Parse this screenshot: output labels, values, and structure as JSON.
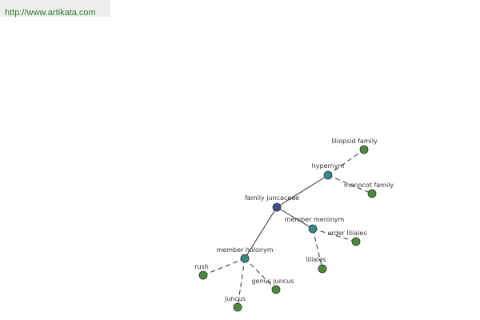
{
  "header": {
    "url": "http://www.artikata.com",
    "url_color": "#2e7d32"
  },
  "colors": {
    "root_node": "#3b4f8f",
    "relation_node": "#3a8a8a",
    "leaf_node": "#4a8a3a",
    "edge": "#333333",
    "node_stroke": "#333333"
  },
  "graph": {
    "nodes": [
      {
        "id": "root",
        "label": "family juncaceae",
        "kind": "root"
      },
      {
        "id": "hypernym",
        "label": "hypernym",
        "kind": "relation"
      },
      {
        "id": "meronym",
        "label": "member meronym",
        "kind": "relation"
      },
      {
        "id": "holonym",
        "label": "member holonym",
        "kind": "relation"
      },
      {
        "id": "liliopsid",
        "label": "liliopsid family",
        "kind": "leaf"
      },
      {
        "id": "monocot",
        "label": "monocot family",
        "kind": "leaf"
      },
      {
        "id": "order_liliales",
        "label": "order liliales",
        "kind": "leaf"
      },
      {
        "id": "liliales",
        "label": "liliales",
        "kind": "leaf"
      },
      {
        "id": "rush",
        "label": "rush",
        "kind": "leaf"
      },
      {
        "id": "genus_juncus",
        "label": "genus juncus",
        "kind": "leaf"
      },
      {
        "id": "juncus",
        "label": "juncus",
        "kind": "leaf"
      }
    ],
    "edges": [
      {
        "from": "root",
        "to": "hypernym",
        "style": "solid"
      },
      {
        "from": "root",
        "to": "meronym",
        "style": "solid"
      },
      {
        "from": "root",
        "to": "holonym",
        "style": "solid"
      },
      {
        "from": "hypernym",
        "to": "liliopsid",
        "style": "dashed"
      },
      {
        "from": "hypernym",
        "to": "monocot",
        "style": "dashed"
      },
      {
        "from": "meronym",
        "to": "order_liliales",
        "style": "dashed"
      },
      {
        "from": "meronym",
        "to": "liliales",
        "style": "dashed"
      },
      {
        "from": "holonym",
        "to": "rush",
        "style": "dashed"
      },
      {
        "from": "holonym",
        "to": "genus_juncus",
        "style": "dashed"
      },
      {
        "from": "holonym",
        "to": "juncus",
        "style": "dashed"
      }
    ]
  }
}
